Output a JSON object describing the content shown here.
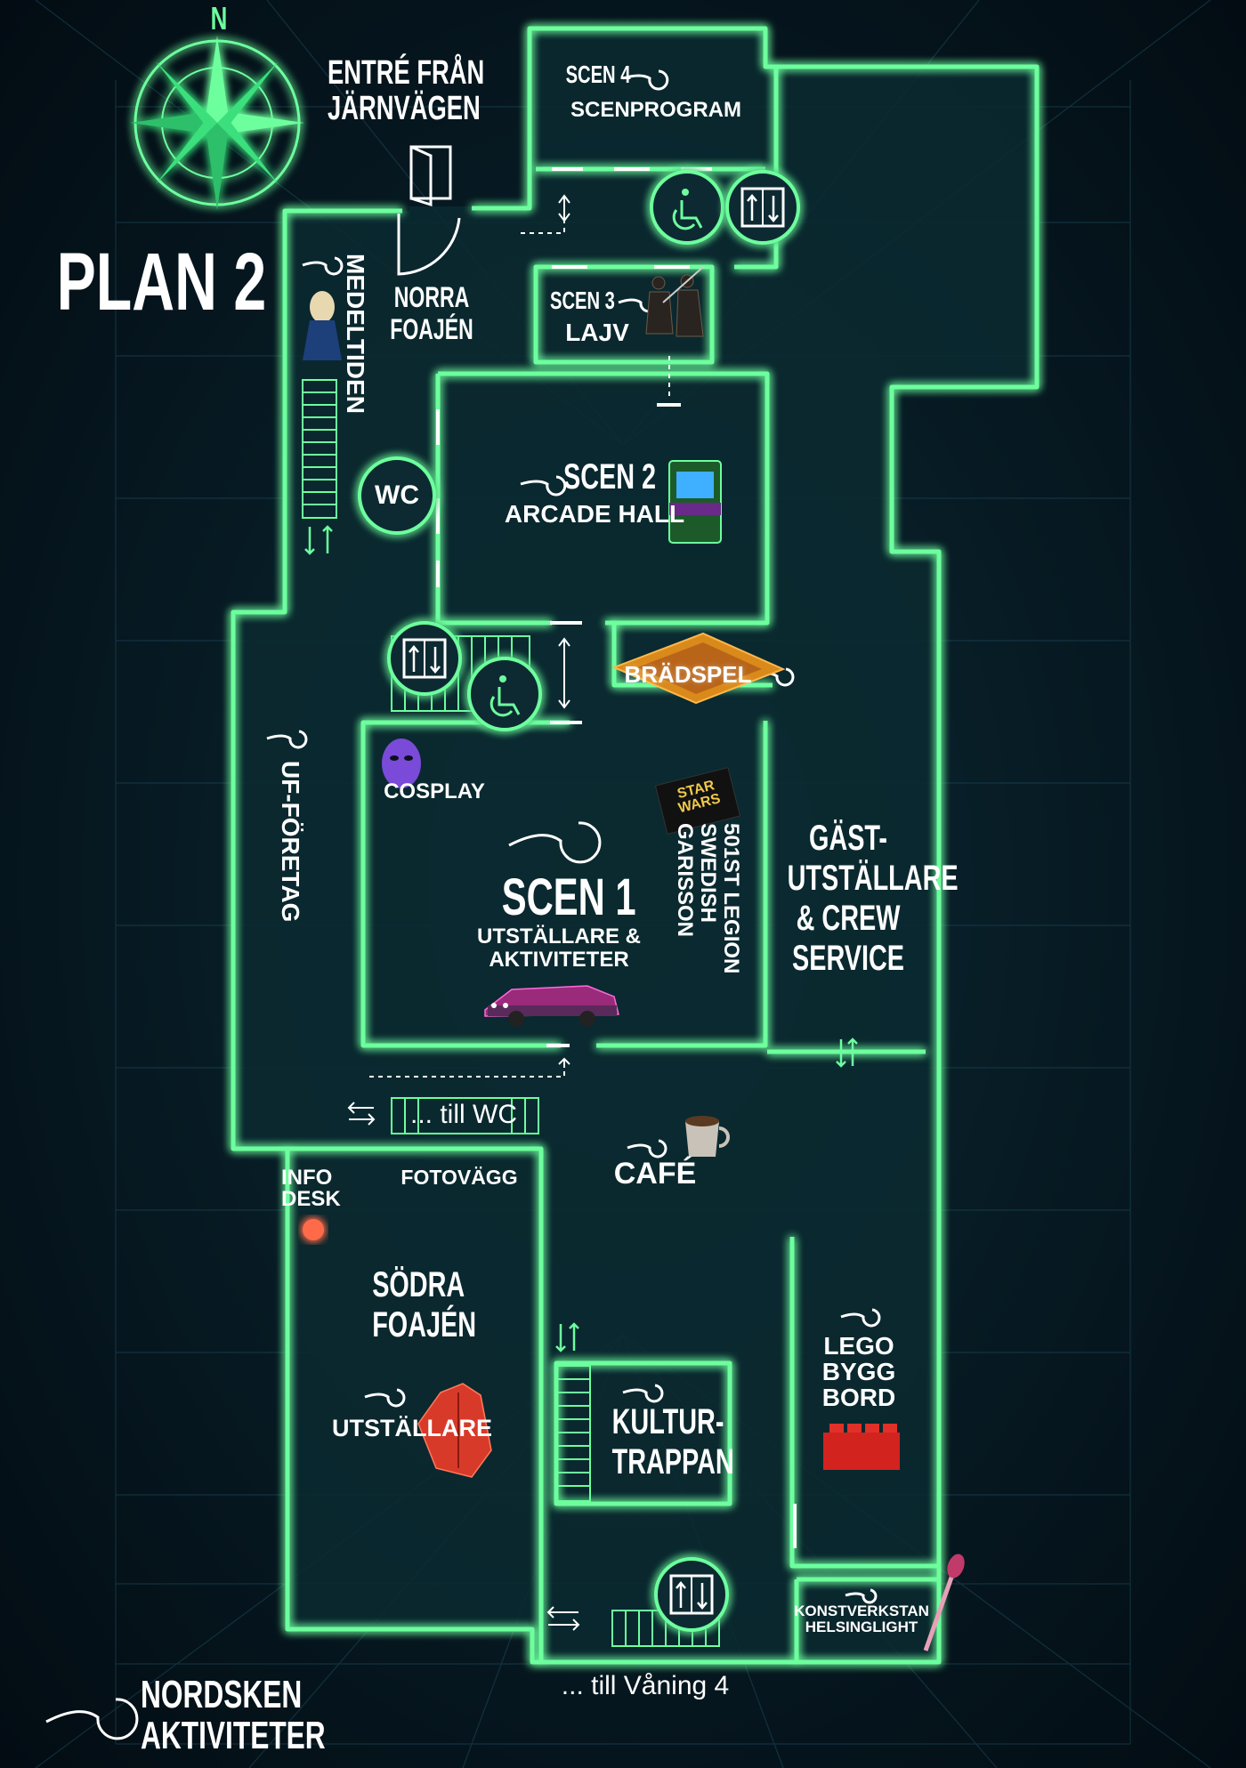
{
  "map": {
    "title": "PLAN 2",
    "compass": "N",
    "brand": [
      "NORDSKEN",
      "AKTIVITETER"
    ],
    "colors": {
      "background": "#041019",
      "wall": "#6dff9e",
      "grid": "#1c4a5a",
      "text": "#ffffff"
    }
  },
  "areas": {
    "entrance": [
      "ENTRÉ FRÅN",
      "JÄRNVÄGEN"
    ],
    "north_foyer": [
      "NORRA",
      "FOAJÉN"
    ],
    "scen4_title": "SCEN 4",
    "scen4_sub": "SCENPROGRAM",
    "scen3_title": "SCEN 3",
    "scen3_sub": "LAJV",
    "scen2_title": "SCEN 2",
    "scen2_sub": "ARCADE HALL",
    "medieval": "MEDELTIDEN",
    "wc": "WC",
    "board_games": "BRÄDSPEL",
    "uf": "UF-FÖRETAG",
    "cosplay": "COSPLAY",
    "scen1_title": "SCEN 1",
    "scen1_sub": [
      "UTSTÄLLARE &",
      "AKTIVITETER"
    ],
    "legion": [
      "501ST LEGION",
      "SWEDISH",
      "GARISSON"
    ],
    "star_wars": [
      "STAR",
      "WARS"
    ],
    "guest": [
      "GÄST-",
      "UTSTÄLLARE",
      "& CREW",
      "SERVICE"
    ],
    "to_wc": "... till WC",
    "info_desk": [
      "INFO",
      "DESK"
    ],
    "photo_wall": "FOTOVÄGG",
    "cafe": "CAFÉ",
    "south_foyer": [
      "SÖDRA",
      "FOAJÉN"
    ],
    "exhibitors": "UTSTÄLLARE",
    "kultur": [
      "KULTUR-",
      "TRAPPAN"
    ],
    "lego": [
      "LEGO",
      "BYGG",
      "BORD"
    ],
    "art_workshop": [
      "KONSTVERKSTAN",
      "HELSINGLIGHT"
    ],
    "to_floor4": "... till Våning 4"
  },
  "icons": [
    "compass-icon",
    "door-icon",
    "wheelchair-icon",
    "elevator-icon",
    "swirl-icon",
    "stairs-icon",
    "arrows-icon",
    "arcade-icon",
    "mask-icon",
    "car-icon",
    "coffee-icon",
    "lego-icon",
    "vest-icon",
    "brush-icon",
    "board-game-icon",
    "knight-icon"
  ]
}
